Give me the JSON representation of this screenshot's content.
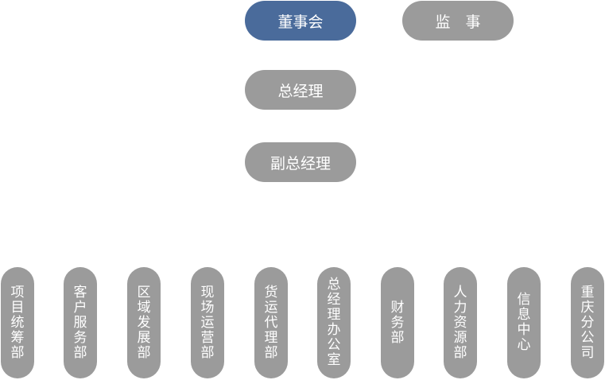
{
  "board": "董事会",
  "supervisor": "监　事",
  "gm": "总经理",
  "deputy_gm": "副总经理",
  "departments": [
    "项目统筹部",
    "客户服务部",
    "区域发展部",
    "现场运营部",
    "货运代理部",
    "总经理办公室",
    "财务部",
    "人力资源部",
    "信息中心",
    "重庆分公司"
  ],
  "colors": {
    "board": "#4a6b9b",
    "box": "#9b9b9b",
    "text": "#ffffff"
  }
}
